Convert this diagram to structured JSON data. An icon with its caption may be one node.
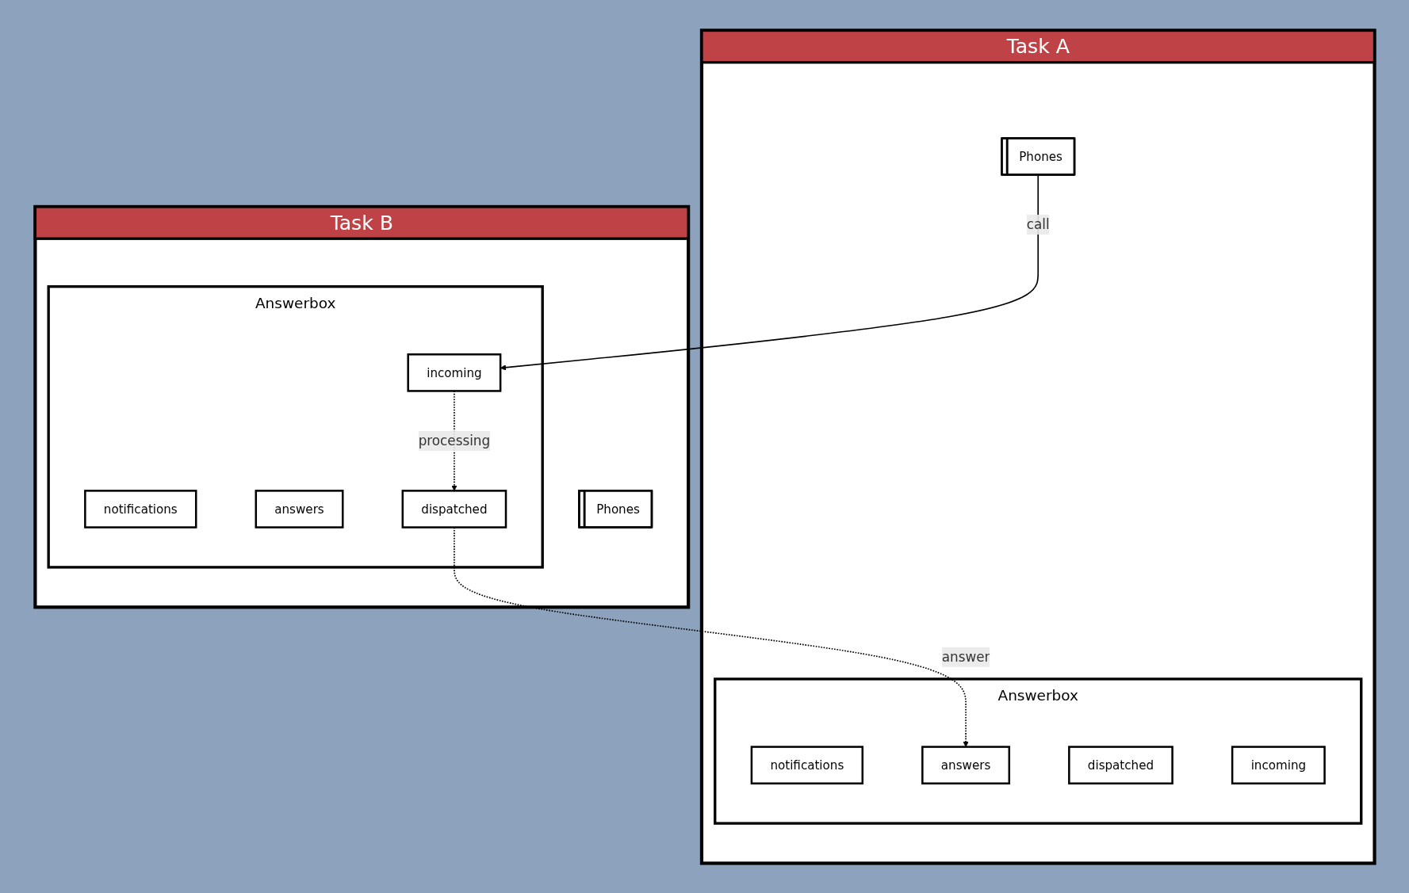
{
  "diagram": {
    "nodes": [
      {
        "text": [
          "Task A"
        ]
      },
      {
        "text": [
          "Answerbox"
        ],
        "in": 0
      },
      {
        "text": [
          "notifications"
        ],
        "in": 1
      },
      {
        "text": [
          "answers"
        ],
        "in": 1
      },
      {
        "text": [
          "dispatched"
        ],
        "in": 1
      },
      {
        "text": [
          "incoming"
        ],
        "in": 1
      },
      {
        "text": [
          "Phones"
        ],
        "in": 0
      },
      {
        "text": [
          "Task B"
        ]
      },
      {
        "text": [
          "Answerbox"
        ],
        "in": 7
      },
      {
        "text": [
          "notifications"
        ],
        "in": 8
      },
      {
        "text": [
          "answers"
        ],
        "in": 8
      },
      {
        "text": [
          "dispatched"
        ],
        "in": 8
      },
      {
        "text": [
          "incoming"
        ],
        "in": 8
      },
      {
        "text": [
          "Phones"
        ],
        "in": 7
      }
    ],
    "edges": [
      {
        "from": 6,
        "to": 12,
        "arrow": "to",
        "label": "call"
      },
      {
        "from": 11,
        "to": 3,
        "arrow": "to",
        "label": "answer",
        "style": "dashed"
      },
      {
        "from": 12,
        "to": 11,
        "arrow": "to",
        "label": "processing",
        "style": "dashed"
      }
    ]
  }
}
